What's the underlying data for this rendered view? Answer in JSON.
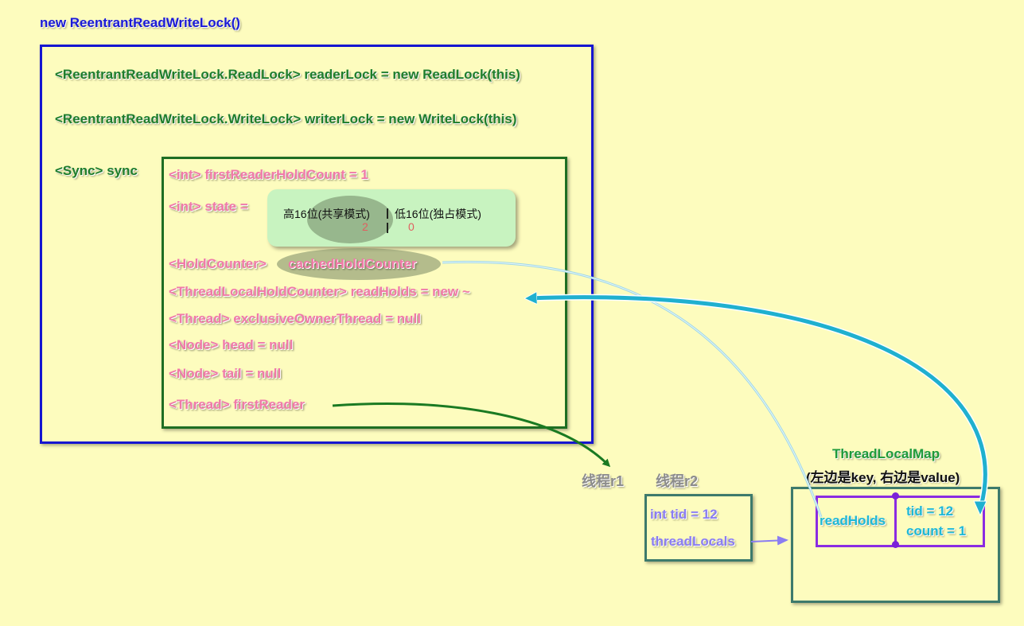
{
  "title": "new ReentrantReadWriteLock()",
  "fields": {
    "reader_line": "<ReentrantReadWriteLock.ReadLock>   readerLock = new ReadLock(this)",
    "writer_line": "<ReentrantReadWriteLock.WriteLock>   writerLock = new WriteLock(this)",
    "sync_label": "<Sync> sync"
  },
  "sync": {
    "first_reader_hold_count": "<int>   firstReaderHoldCount = 1",
    "state_label": "<int>   state =",
    "state_high_label": "高16位(共享模式)",
    "state_sep": "|",
    "state_low_label": "低16位(独占模式)",
    "state_high_value": "2",
    "state_low_value": "0",
    "cached_type": "<HoldCounter>",
    "cached_name": "cachedHoldCounter",
    "read_holds": "<ThreadLocalHoldCounter>   readHolds   = new ~",
    "exclusive_owner": "<Thread>   exclusiveOwnerThread   = null",
    "head": "<Node>   head  = null",
    "tail": "<Node>   tail   = null",
    "first_reader": "<Thread>   firstReader"
  },
  "threads": {
    "r1_label": "线程r1",
    "r2_label": "线程r2",
    "r2_tid": "int tid = 12",
    "r2_thread_locals": "threadLocals"
  },
  "thread_local_map": {
    "title": "ThreadLocalMap",
    "subtitle": "(左边是key, 右边是value)",
    "key": "readHolds",
    "value_tid": "tid = 12",
    "value_count": "count = 1"
  },
  "colors": {
    "background": "#fdfcbe",
    "outer_box": "#1515d0",
    "sync_box": "#1e6e23",
    "field_text": "#f07aa8",
    "arrow_green": "#1a7a22",
    "arrow_cyan": "#1fb0cf",
    "entry_box": "#8a2be2"
  }
}
